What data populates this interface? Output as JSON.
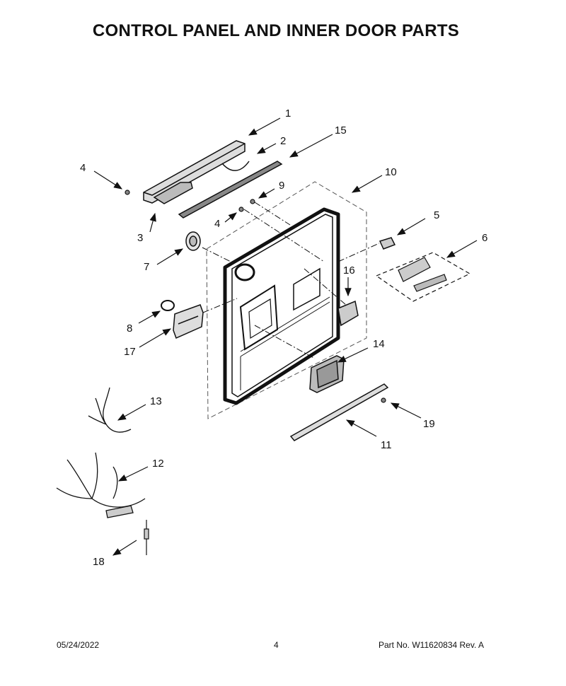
{
  "title": "CONTROL PANEL AND INNER DOOR PARTS",
  "callouts": [
    "1",
    "2",
    "3",
    "4",
    "4",
    "6",
    "7",
    "8",
    "9",
    "10",
    "11",
    "12",
    "13",
    "14",
    "15",
    "16",
    "17",
    "18",
    "19",
    "5"
  ],
  "footer": {
    "date": "05/24/2022",
    "page": "4",
    "part": "Part No.  W11620834  Rev.  A"
  }
}
